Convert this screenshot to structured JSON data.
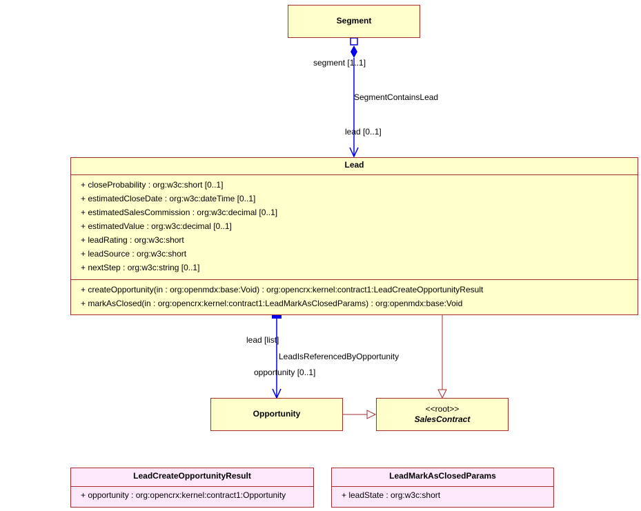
{
  "classes": {
    "segment": {
      "name": "Segment"
    },
    "lead": {
      "name": "Lead",
      "attributes": [
        "+ closeProbability : org:w3c:short [0..1]",
        "+ estimatedCloseDate : org:w3c:dateTime [0..1]",
        "+ estimatedSalesCommission : org:w3c:decimal [0..1]",
        "+ estimatedValue : org:w3c:decimal [0..1]",
        "+ leadRating : org:w3c:short",
        "+ leadSource : org:w3c:short",
        "+ nextStep : org:w3c:string [0..1]"
      ],
      "operations": [
        "+ createOpportunity(in : org:openmdx:base:Void) : org:opencrx:kernel:contract1:LeadCreateOpportunityResult",
        "+ markAsClosed(in : org:opencrx:kernel:contract1:LeadMarkAsClosedParams) : org:openmdx:base:Void"
      ]
    },
    "opportunity": {
      "name": "Opportunity"
    },
    "salesContract": {
      "stereotype": "<<root>>",
      "name": "SalesContract"
    },
    "leadCreateOpportunityResult": {
      "name": "LeadCreateOpportunityResult",
      "attributes": [
        "+ opportunity : org:opencrx:kernel:contract1:Opportunity"
      ]
    },
    "leadMarkAsClosedParams": {
      "name": "LeadMarkAsClosedParams",
      "attributes": [
        "+ leadState : org:w3c:short"
      ]
    }
  },
  "associations": {
    "segmentContainsLead": {
      "name": "SegmentContainsLead",
      "source_role": "segment [1..1]",
      "target_role": "lead [0..1]"
    },
    "leadIsReferencedByOpportunity": {
      "name": "LeadIsReferencedByOpportunity",
      "source_role": "lead [list]",
      "target_role": "opportunity [0..1]"
    }
  },
  "colors": {
    "class_fill": "#ffffcc",
    "struct_fill": "#fde8fb",
    "class_border": "#a52a2a",
    "association": "#0000ee",
    "generalization": "#a52a2a"
  }
}
